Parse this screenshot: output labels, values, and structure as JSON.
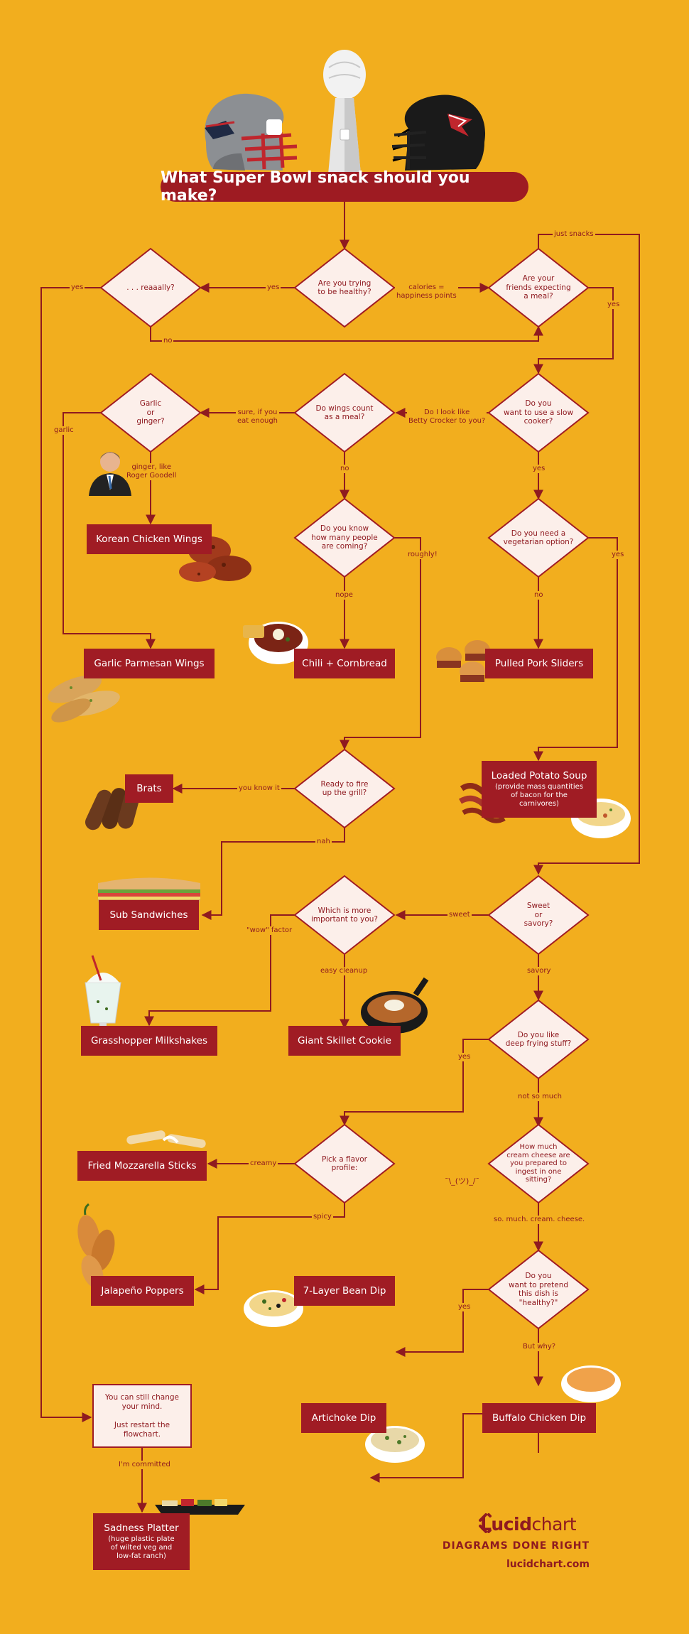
{
  "title": "What Super Bowl snack should you make?",
  "colors": {
    "background": "#F2AE1E",
    "accent": "#9E1B22",
    "diamond_fill": "#FCEFEA"
  },
  "decision_nodes": [
    {
      "id": "healthy",
      "label": "Are you trying\nto be healthy?"
    },
    {
      "id": "reaaally",
      "label": ". . . reaaally?"
    },
    {
      "id": "friends",
      "label": "Are your\nfriends expecting\na meal?"
    },
    {
      "id": "slowcooker",
      "label": "Do you\nwant to use a slow\ncooker?"
    },
    {
      "id": "wings",
      "label": "Do wings count\nas a meal?"
    },
    {
      "id": "garlic_ginger",
      "label": "Garlic\nor\nginger?"
    },
    {
      "id": "howmany",
      "label": "Do you know\nhow many people\nare coming?"
    },
    {
      "id": "vegetarian",
      "label": "Do you need a\nvegetarian option?"
    },
    {
      "id": "grill",
      "label": "Ready to fire\nup the grill?"
    },
    {
      "id": "sweet_savory",
      "label": "Sweet\nor\nsavory?"
    },
    {
      "id": "important",
      "label": "Which is more\nimportant to you?"
    },
    {
      "id": "deepfry",
      "label": "Do you like\ndeep frying stuff?"
    },
    {
      "id": "flavor",
      "label": "Pick a flavor\nprofile:"
    },
    {
      "id": "creamcheese",
      "label": "How much\ncream cheese are\nyou prepared to\ningest in one\nsitting?"
    },
    {
      "id": "pretend",
      "label": "Do you\nwant to pretend\nthis dish is\n\"healthy?\""
    }
  ],
  "results": [
    {
      "id": "korean",
      "label": "Korean Chicken Wings"
    },
    {
      "id": "garlicparm",
      "label": "Garlic Parmesan Wings"
    },
    {
      "id": "chili",
      "label": "Chili + Cornbread"
    },
    {
      "id": "sliders",
      "label": "Pulled Pork Sliders"
    },
    {
      "id": "potato",
      "label": "Loaded Potato Soup",
      "sub": "(provide mass quantities\nof bacon for the\ncarnivores)"
    },
    {
      "id": "brats",
      "label": "Brats"
    },
    {
      "id": "subs",
      "label": "Sub Sandwiches"
    },
    {
      "id": "milkshakes",
      "label": "Grasshopper Milkshakes"
    },
    {
      "id": "skillet",
      "label": "Giant Skillet Cookie"
    },
    {
      "id": "mozz",
      "label": "Fried Mozzarella Sticks"
    },
    {
      "id": "jalapeno",
      "label": "Jalapeño Poppers"
    },
    {
      "id": "beandip",
      "label": "7-Layer Bean Dip"
    },
    {
      "id": "artichoke",
      "label": "Artichoke Dip"
    },
    {
      "id": "buffalo",
      "label": "Buffalo Chicken Dip"
    },
    {
      "id": "sadness",
      "label": "Sadness Platter",
      "sub": "(huge plastic plate\nof wilted veg and\nlow-fat ranch)"
    }
  ],
  "note": "You can still change\nyour mind.\n\nJust restart the\nflowchart.",
  "edge_labels": {
    "healthy_yes": "yes",
    "calories": "calories =\nhappiness points",
    "reaaally_yes": "yes",
    "reaaally_no": "no",
    "just_snacks": "just snacks",
    "friends_yes": "yes",
    "betty": "Do I look like\nBetty Crocker to you?",
    "slow_yes": "yes",
    "sure": "sure, if you\neat enough",
    "wings_no": "no",
    "garlic": "garlic",
    "ginger": "ginger, like\nRoger Goodell",
    "roughly": "roughly!",
    "nope": "nope",
    "veg_yes": "yes",
    "veg_no": "no",
    "you_know_it": "you know it",
    "nah": "nah",
    "sweet": "sweet",
    "savory": "savory",
    "wow": "\"wow\" factor",
    "easy": "easy cleanup",
    "deep_yes": "yes",
    "not_so_much": "not so much",
    "creamy": "creamy",
    "spicy": "spicy",
    "so_much": "so. much. cream. cheese.",
    "pretend_yes": "yes",
    "but_why": "But why?",
    "committed": "I'm committed"
  },
  "shrug": "¯\\_(ツ)_/¯",
  "branding": {
    "logo_bold": "Lucid",
    "logo_light": "chart",
    "tagline": "DIAGRAMS DONE RIGHT",
    "url": "lucidchart.com"
  }
}
